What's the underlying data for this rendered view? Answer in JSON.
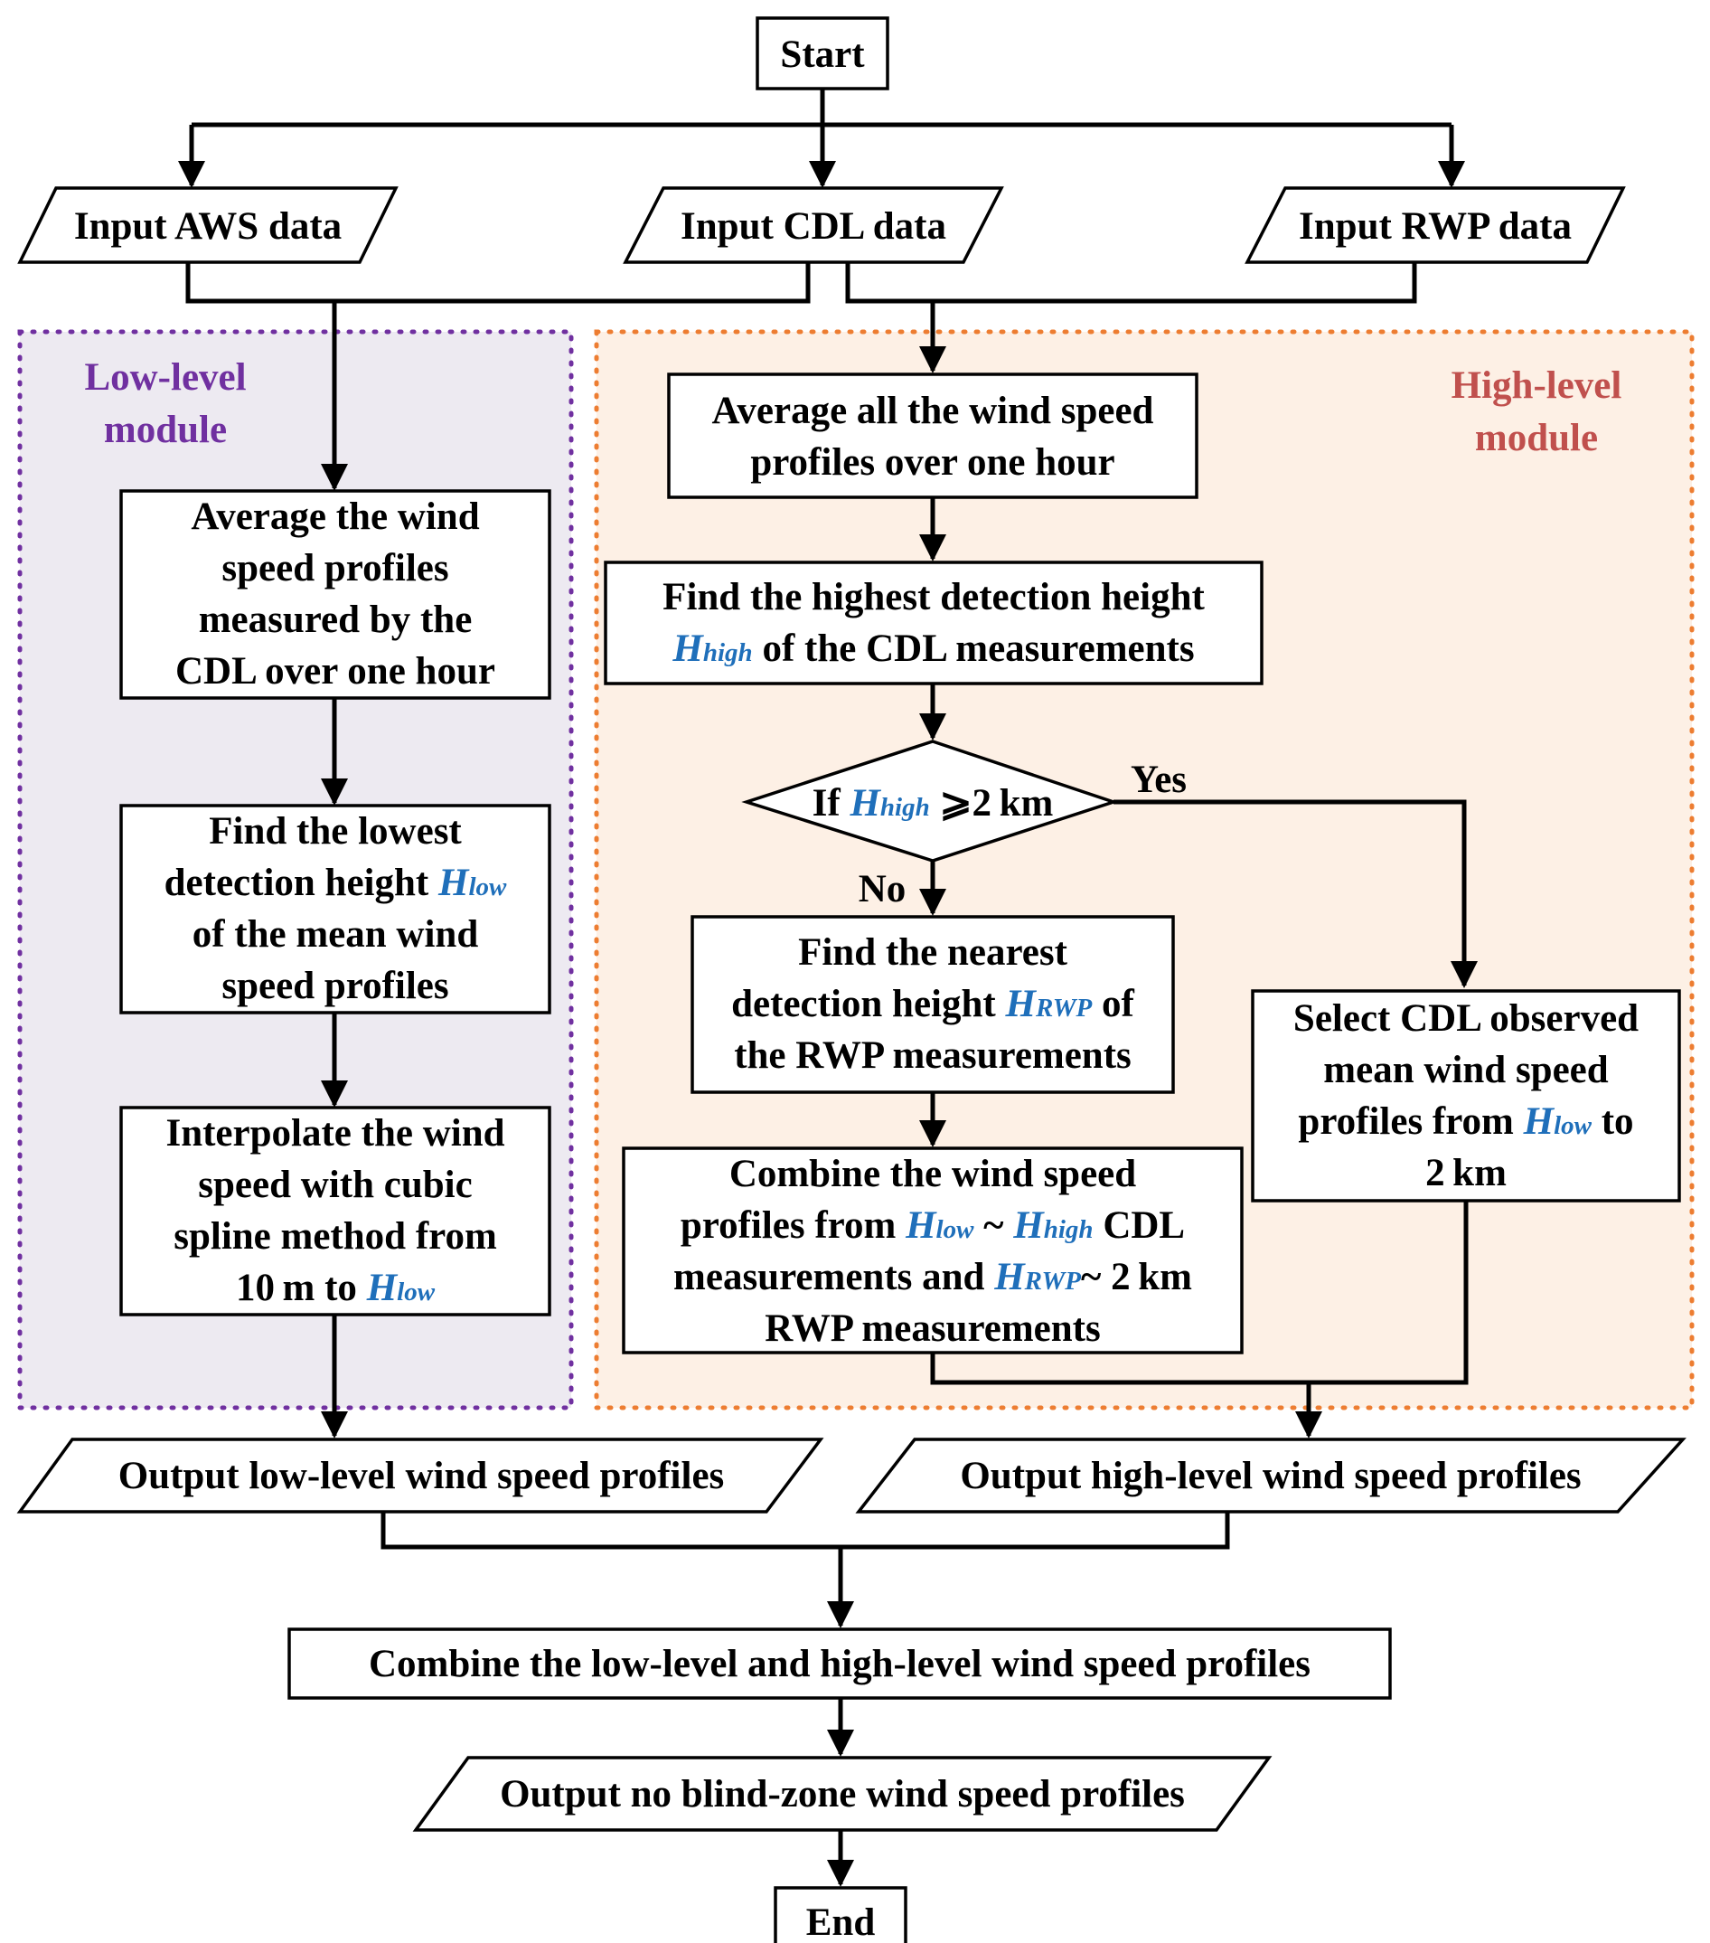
{
  "modules": {
    "low": {
      "line1": "Low-level",
      "line2": "module",
      "color": "#7030a0",
      "bg": "#edeaf1"
    },
    "high": {
      "line1": "High-level",
      "line2": "module",
      "color": "#c0504d",
      "bg": "#fdf0e5",
      "border": "#ed7d31"
    }
  },
  "nodes": {
    "start": {
      "label": "Start"
    },
    "input_aws": {
      "label": "Input AWS data"
    },
    "input_cdl": {
      "label": "Input CDL data"
    },
    "input_rwp": {
      "label": "Input RWP data"
    },
    "avg_low": {
      "lines": [
        "Average the wind",
        "speed profiles",
        "measured by the",
        "CDL over one hour"
      ]
    },
    "find_lowest": {
      "l1": "Find the lowest",
      "l2": "detection height ",
      "l2_var": "H",
      "l2_sub": "low",
      "l3": "of the mean wind",
      "l4": "speed profiles"
    },
    "interp": {
      "l1": "Interpolate the wind",
      "l2": "speed with cubic",
      "l3": "spline method from",
      "l4": "10 m to ",
      "l4_var": "H",
      "l4_sub": "low"
    },
    "avg_high": {
      "lines": [
        "Average all the wind speed",
        "profiles over one hour"
      ]
    },
    "find_highest": {
      "l1": "Find the highest detection height",
      "l2_var": "H",
      "l2_sub": "high",
      "l2": " of the CDL measurements"
    },
    "decision": {
      "pre": "If ",
      "var": "H",
      "sub": "high",
      "post": " ⩾2 km"
    },
    "find_nearest": {
      "l1": "Find the nearest",
      "l2": "detection height ",
      "l2_var": "H",
      "l2_sub": "RWP",
      "l2_post": " of",
      "l3": "the RWP measurements"
    },
    "select_cdl": {
      "l1": "Select CDL observed",
      "l2": "mean wind speed",
      "l3": "profiles from ",
      "l3_var": "H",
      "l3_sub": "low",
      "l3_post": " to",
      "l4": "2 km"
    },
    "combine_high": {
      "l1": "Combine the wind speed",
      "l2": "profiles from ",
      "l2_var1": "H",
      "l2_sub1": "low",
      "l2_mid": " ~ ",
      "l2_var2": "H",
      "l2_sub2": "high",
      "l2_post": " CDL",
      "l3": "measurements and ",
      "l3_var": "H",
      "l3_sub": "RWP",
      "l3_post": "~ 2 km",
      "l4": "RWP measurements"
    },
    "out_low": {
      "label": "Output low-level wind speed profiles"
    },
    "out_high": {
      "label": "Output high-level wind speed profiles"
    },
    "combine_all": {
      "label": "Combine the low-level and high-level wind speed profiles"
    },
    "out_final": {
      "label": "Output no blind-zone wind speed profiles"
    },
    "end": {
      "label": "End"
    }
  },
  "edges": {
    "yes": "Yes",
    "no": "No"
  }
}
